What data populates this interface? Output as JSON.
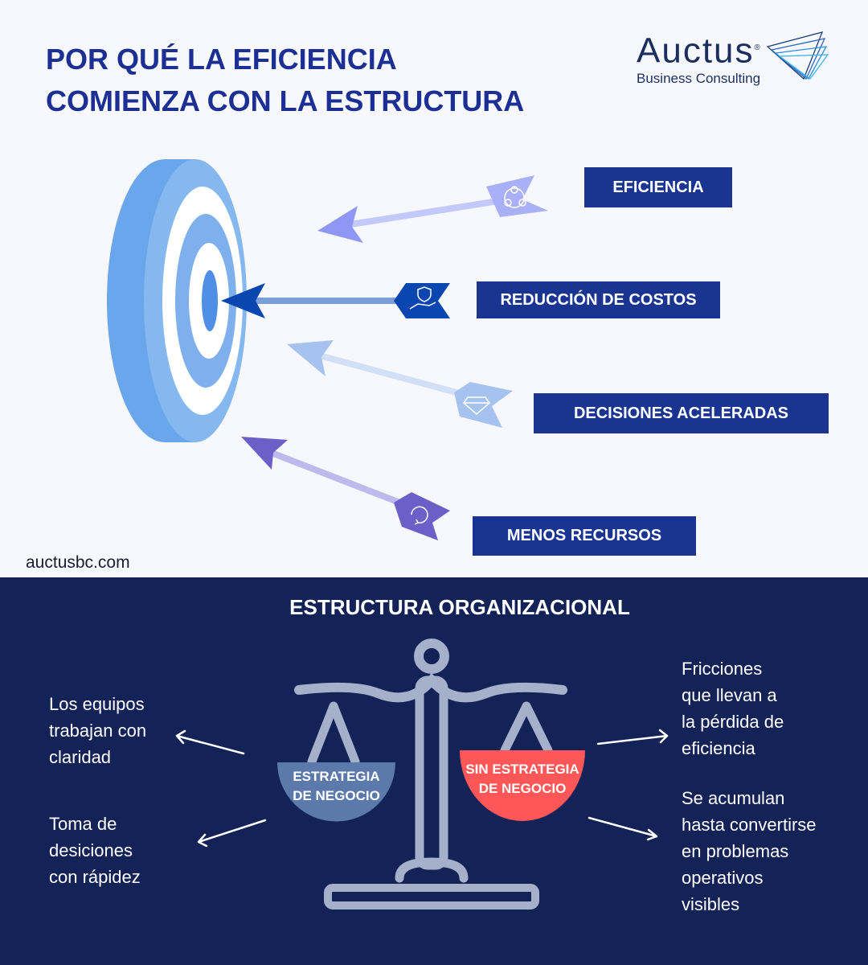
{
  "title": {
    "line1": "POR QUÉ LA EFICIENCIA",
    "line2": "COMIENZA CON LA ESTRUCTURA"
  },
  "logo": {
    "name": "Auctus",
    "registered": "®",
    "subtitle": "Business Consulting"
  },
  "benefits": [
    {
      "label": "EFICIENCIA",
      "icon": "network-icon",
      "color": "#8f97f5"
    },
    {
      "label": "REDUCCIÓN DE COSTOS",
      "icon": "hand-shield-icon",
      "color": "#0a46b0"
    },
    {
      "label": "DECISIONES ACELERADAS",
      "icon": "diamond-icon",
      "color": "#a6c3ef"
    },
    {
      "label": "MENOS RECURSOS",
      "icon": "cycle-icon",
      "color": "#6c5fc8"
    }
  ],
  "website": "auctusbc.com",
  "section": {
    "title": "ESTRUCTURA ORGANIZACIONAL",
    "left_pan": {
      "line1": "ESTRATEGIA",
      "line2": "DE NEGOCIO",
      "color": "#5b7aab"
    },
    "right_pan": {
      "line1": "SIN ESTRATEGIA",
      "line2": "DE NEGOCIO",
      "color": "#ff5757"
    },
    "left_notes": [
      {
        "lines": [
          "Los equipos",
          "trabajan con",
          "claridad"
        ]
      },
      {
        "lines": [
          "Toma de",
          "desiciones",
          "con rápidez"
        ]
      }
    ],
    "right_notes": [
      {
        "lines": [
          "Fricciones",
          "que llevan a",
          "la pérdida de",
          "eficiencia"
        ]
      },
      {
        "lines": [
          "Se acumulan",
          "hasta convertirse",
          "en problemas",
          "operativos",
          "visibles"
        ]
      }
    ]
  }
}
